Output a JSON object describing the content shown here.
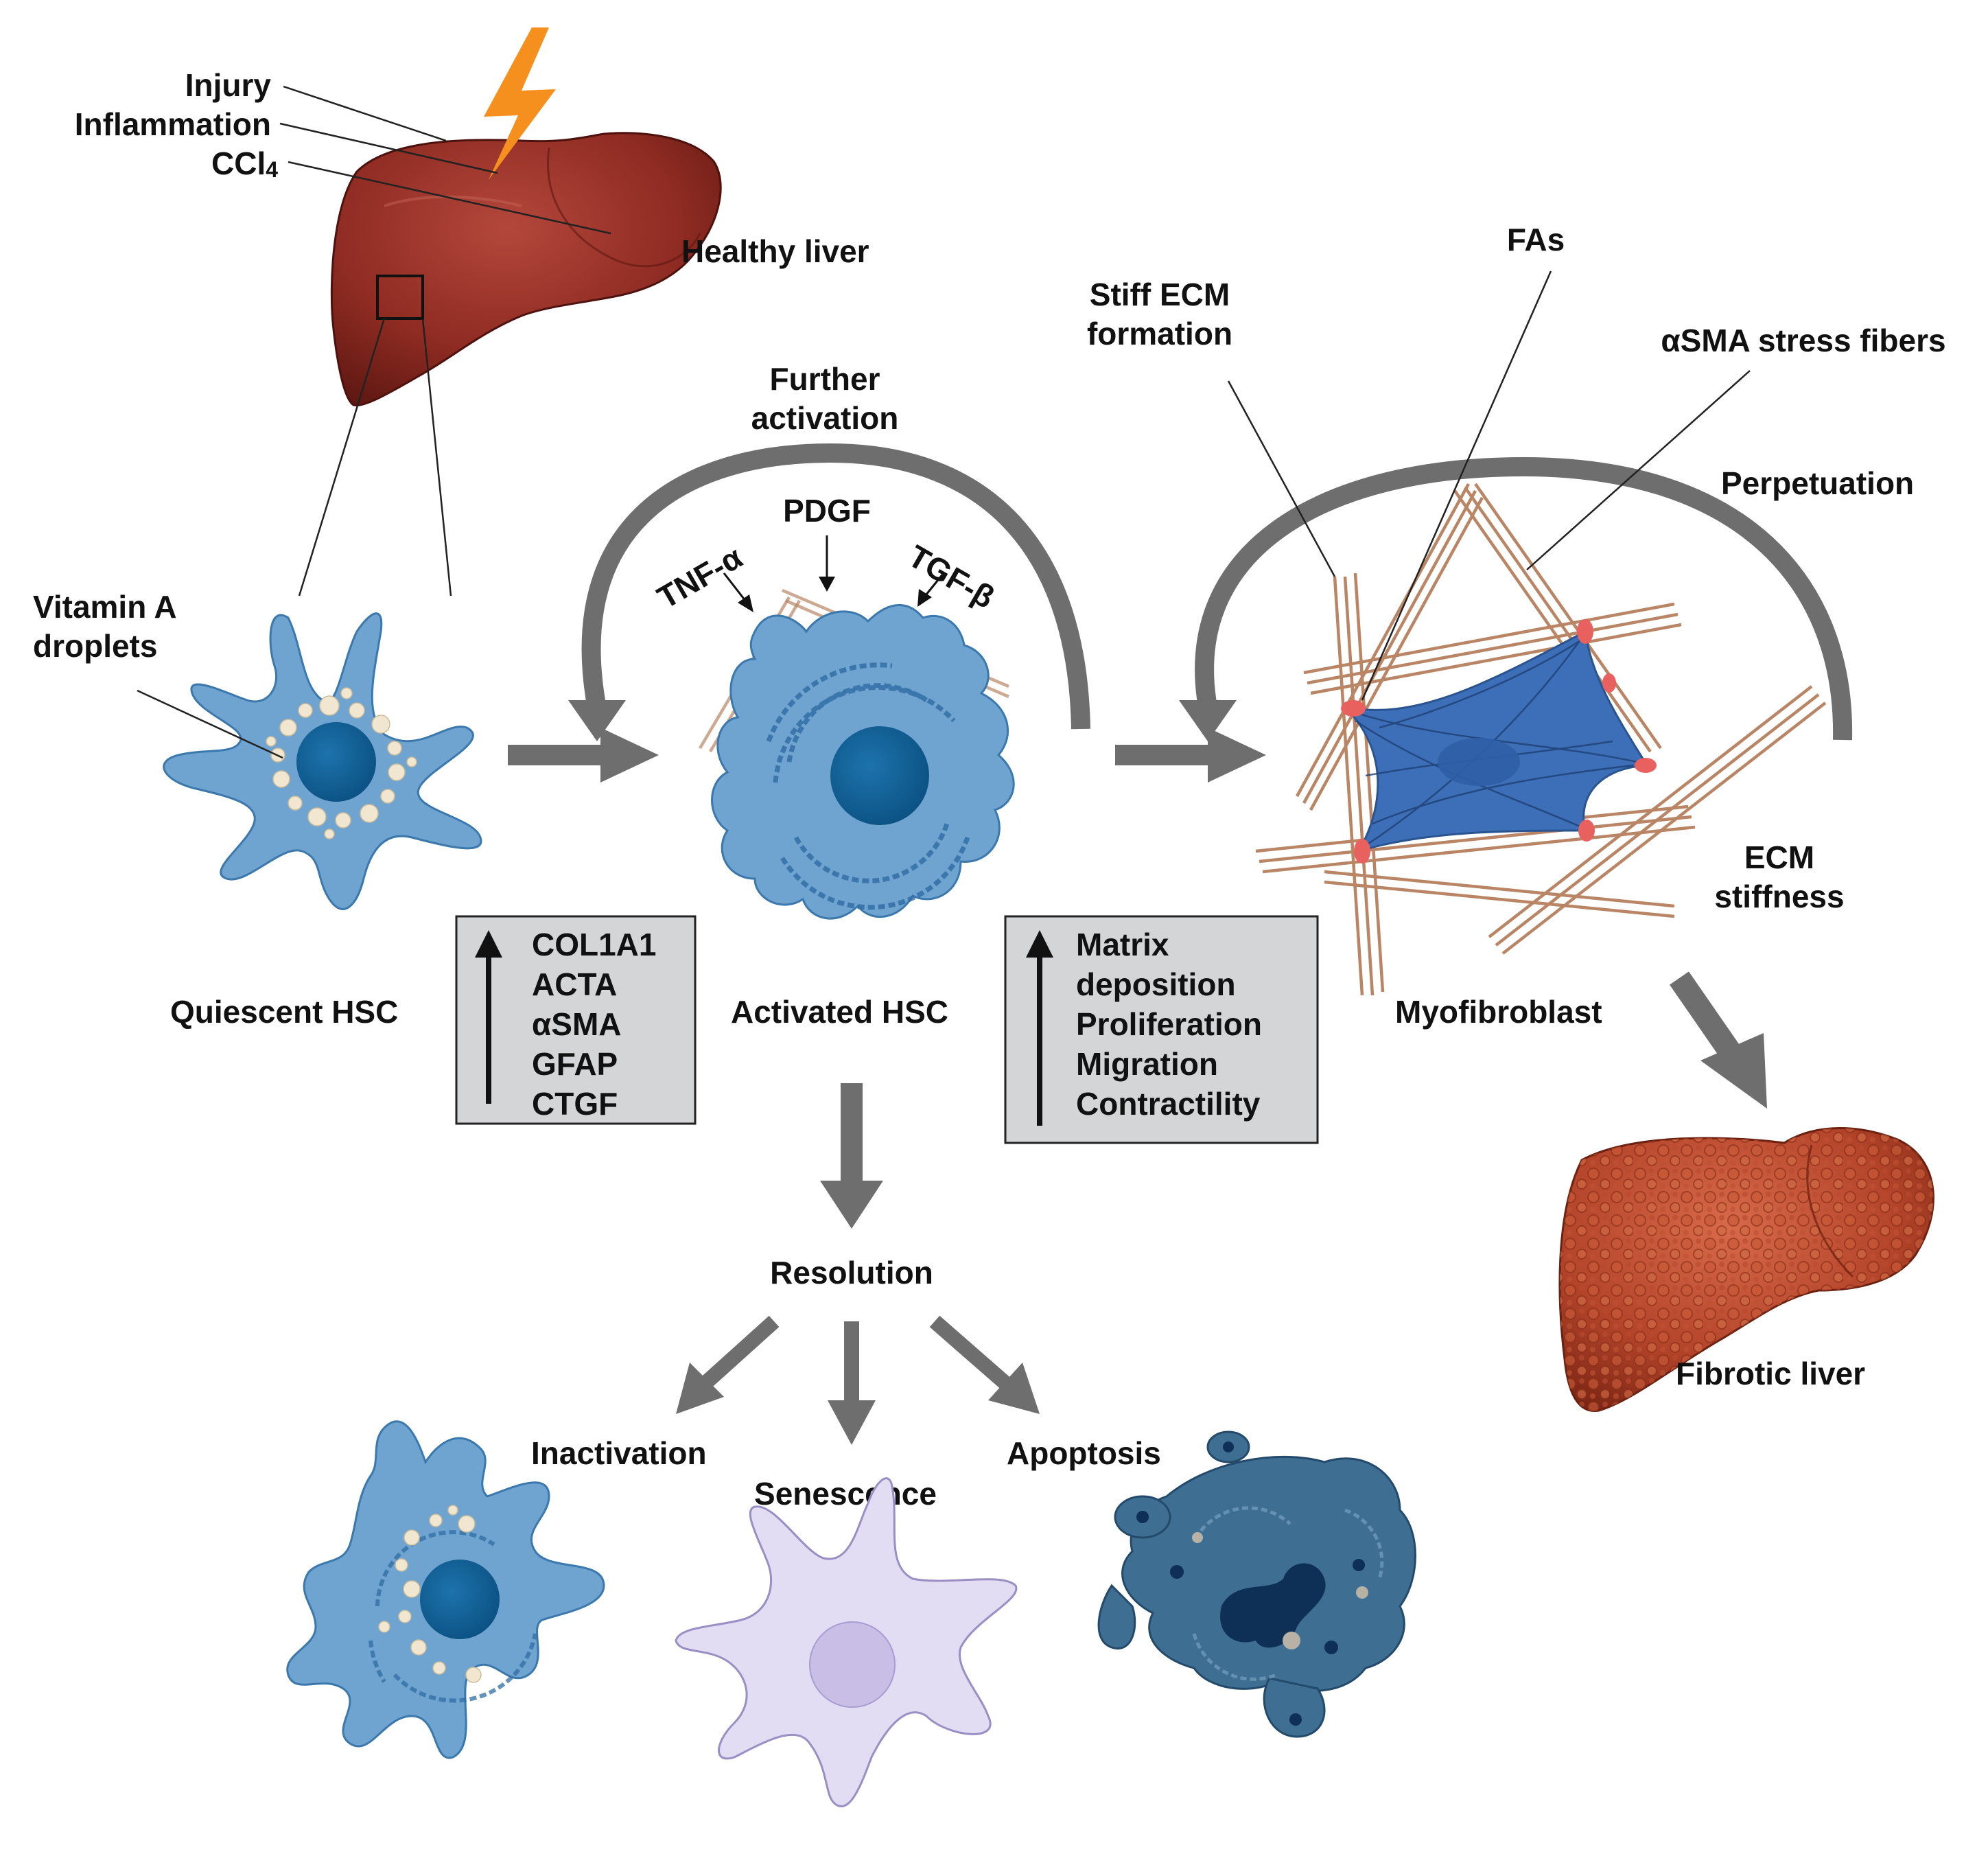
{
  "colors": {
    "liver_healthy": "#8e2b22",
    "liver_fibrotic": "#b4442a",
    "cell_blue": "#6fa3d0",
    "nucleus_blue": "#0d5d93",
    "myofibroblast_blue": "#3d6fb8",
    "senescent_lavender": "#d9d4ee",
    "apoptotic_blue": "#3f6e93",
    "lightning_orange": "#f5901e",
    "arrow_gray": "#6e6e6e",
    "fiber_brown": "#b98565",
    "focal_adhesion_red": "#e8615e",
    "box_gray": "#d3d5d7"
  },
  "labels": {
    "injury": "Injury",
    "inflammation": "Inflammation",
    "ccl4": "CCl",
    "ccl4_sub": "4",
    "healthy_liver": "Healthy liver",
    "vitamin_a_1": "Vitamin A",
    "vitamin_a_2": "droplets",
    "quiescent_hsc": "Quiescent HSC",
    "further_activation_1": "Further",
    "further_activation_2": "activation",
    "tnf": "TNF-α",
    "pdgf": "PDGF",
    "tgf": "TGF-β",
    "activated_hsc": "Activated HSC",
    "stiff_ecm_1": "Stiff ECM",
    "stiff_ecm_2": "formation",
    "fas": "FAs",
    "asma_fibers": "αSMA stress fibers",
    "perpetuation": "Perpetuation",
    "ecm_stiffness_1": "ECM",
    "ecm_stiffness_2": "stiffness",
    "myofibroblast": "Myofibroblast",
    "fibrotic_liver": "Fibrotic liver",
    "resolution": "Resolution",
    "inactivation": "Inactivation",
    "senescence": "Senescence",
    "apoptosis": "Apoptosis"
  },
  "gene_box": {
    "items": [
      "COL1A1",
      "ACTA",
      "αSMA",
      "GFAP",
      "CTGF"
    ]
  },
  "function_box": {
    "items": [
      "Matrix",
      "deposition",
      "Proliferation",
      "Migration",
      "Contractility"
    ]
  }
}
